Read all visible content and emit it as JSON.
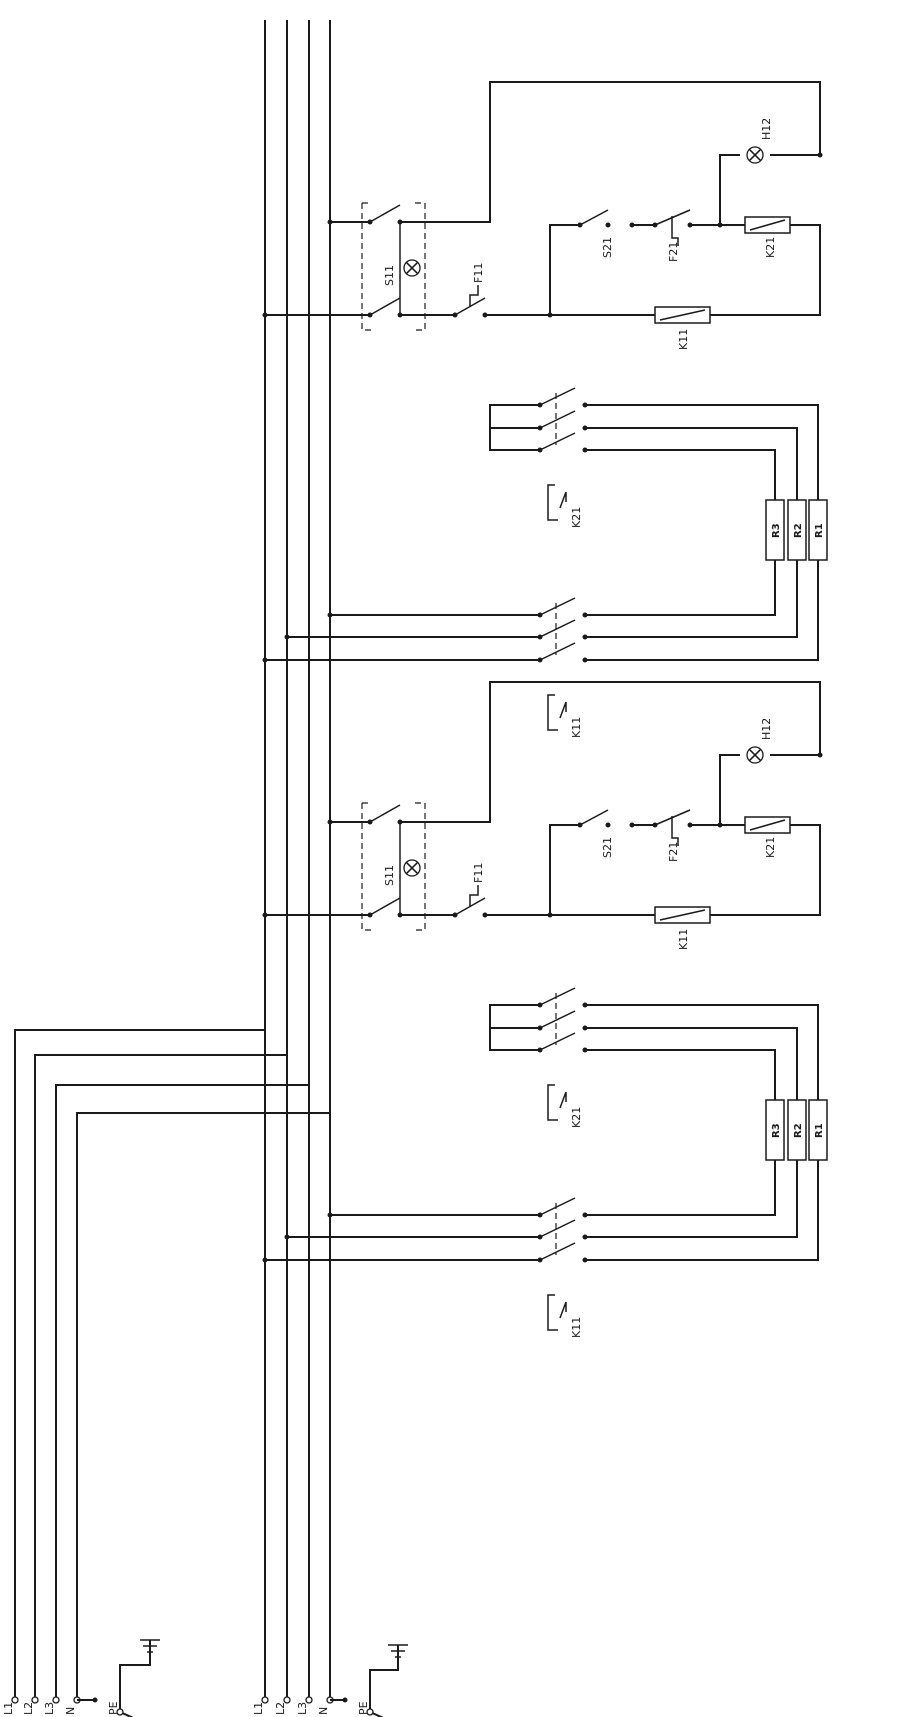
{
  "supply": {
    "terminals": [
      "L1",
      "L2",
      "L3",
      "N"
    ],
    "earth": "PE"
  },
  "circuits": [
    {
      "main_switch": "S11",
      "fuse": "F11",
      "aux_switch": "S21",
      "thermostat": "F21",
      "lamp": "H12",
      "coil_main": "K11",
      "coil_aux": "K21",
      "contactor_main": "K11",
      "contactor_aux": "K21",
      "heaters": [
        "R3",
        "R2",
        "R1"
      ],
      "terminals": [
        "L1",
        "L2",
        "L3",
        "N"
      ],
      "earth": "PE"
    },
    {
      "main_switch": "S11",
      "fuse": "F11",
      "aux_switch": "S21",
      "thermostat": "F21",
      "lamp": "H12",
      "coil_main": "K11",
      "coil_aux": "K21",
      "contactor_main": "K11",
      "contactor_aux": "K21",
      "heaters": [
        "R3",
        "R2",
        "R1"
      ],
      "terminals": [
        "L1",
        "L2",
        "L3",
        "N"
      ],
      "earth": "PE"
    }
  ]
}
